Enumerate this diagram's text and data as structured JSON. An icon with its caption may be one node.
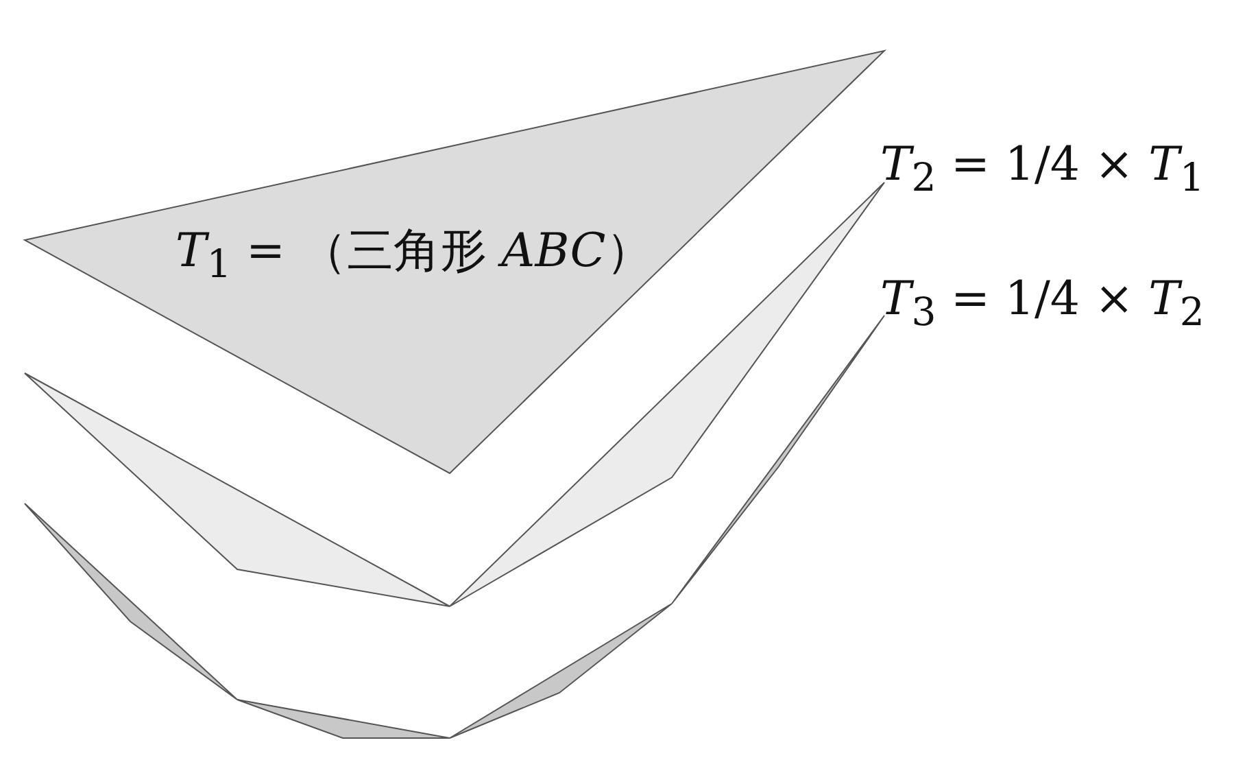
{
  "diagram": {
    "nodes": [
      {
        "text": [
          "*T*$_{1}$ = （三角形 *ABC*）"
        ]
      }
    ],
    "labels": [
      "*T*$_{2}$ = 1/4 × *T*$_{1}$",
      "*T*$_{3}$ = 1/4 × *T*$_{2}$"
    ]
  }
}
